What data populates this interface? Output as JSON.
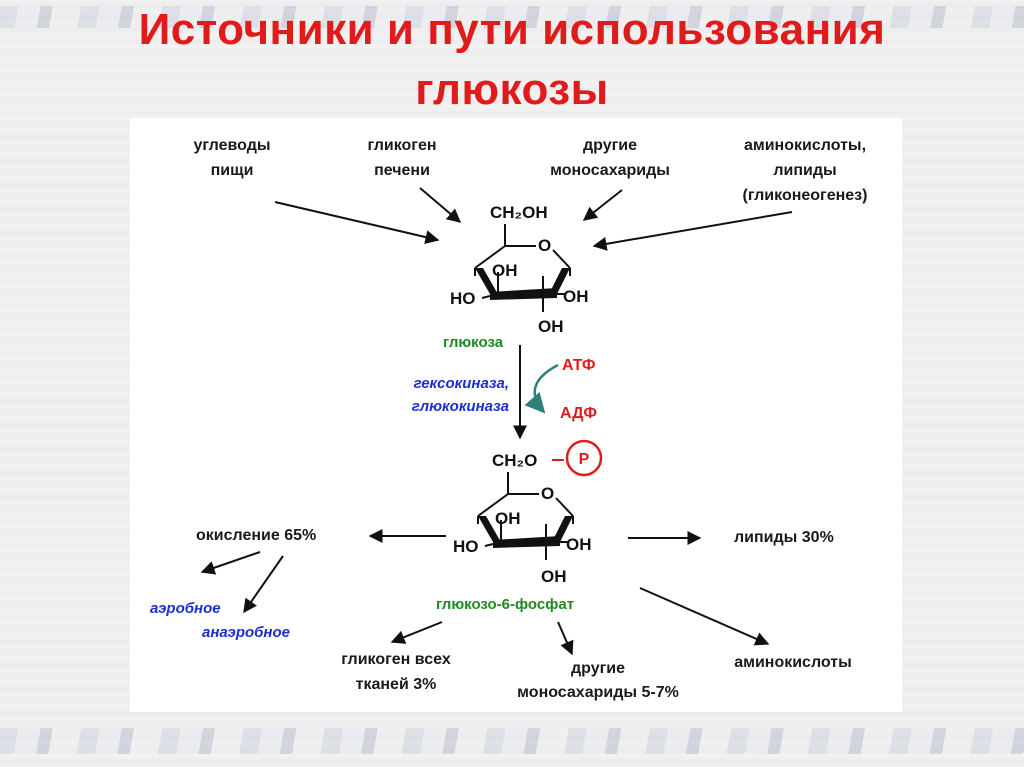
{
  "title": {
    "line1": "Источники и пути использования",
    "line2": "глюкозы"
  },
  "sources": {
    "food_carbs": [
      "углеводы",
      "пищи"
    ],
    "liver_glycogen": [
      "гликоген",
      "печени"
    ],
    "other_monosaccharides": [
      "другие",
      "моносахариды"
    ],
    "amino_lipids": [
      "аминокислоты,",
      "липиды",
      "(гликонеогенез)"
    ]
  },
  "glucose": {
    "top_group": "CH₂OH",
    "ring_o": "O",
    "oh_upper": "OH",
    "ho_left": "HO",
    "oh_right": "OH",
    "oh_bottom": "OH",
    "label": "глюкоза"
  },
  "enzymes": [
    "гексокиназа,",
    "глюкокиназа"
  ],
  "atp": "АТФ",
  "adp": "АДФ",
  "g6p": {
    "top_group": "CH₂O",
    "phosphate": "P",
    "ring_o": "O",
    "oh_upper": "OH",
    "ho_left": "HO",
    "oh_right": "OH",
    "oh_bottom": "OH",
    "label": "глюкозо-6-фосфат"
  },
  "uses": {
    "oxidation": "окисление  65%",
    "aerobic": "аэробное",
    "anaerobic": "анаэробное",
    "lipids": "липиды  30%",
    "glycogen": [
      "гликоген всех",
      "тканей   3%"
    ],
    "other_mono": [
      "другие",
      "моносахариды  5-7%"
    ],
    "amino": "аминокислоты"
  },
  "colors": {
    "title_red": "#e01b1b",
    "green_label": "#1e8a22",
    "blue_enzyme": "#1a2fd0",
    "teal_arrow": "#2f7f7a"
  }
}
